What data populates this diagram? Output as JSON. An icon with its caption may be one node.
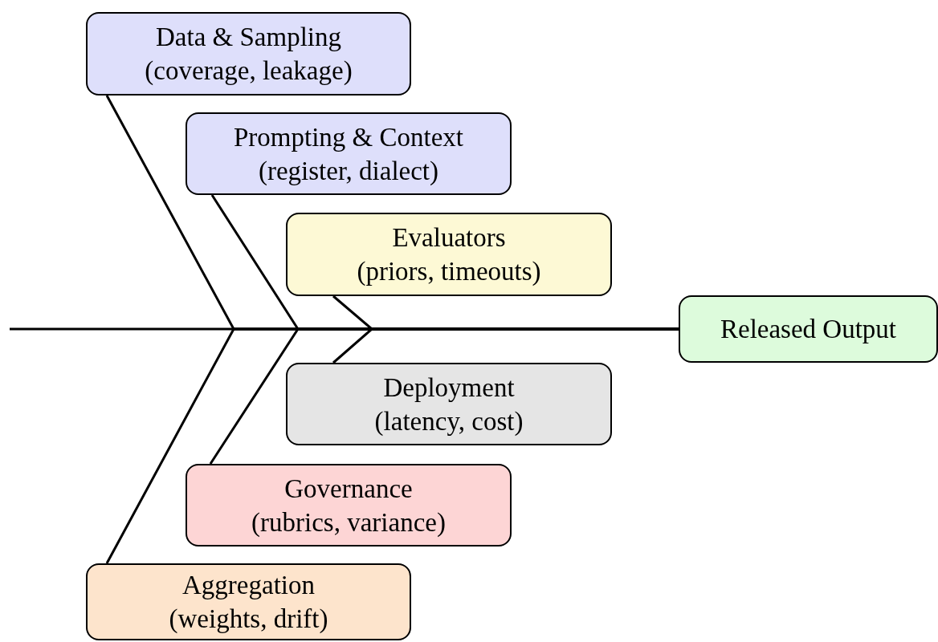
{
  "diagram": {
    "nodes": [
      {
        "text": [
          "Data & Sampling",
          "(coverage, leakage)"
        ]
      },
      {
        "text": [
          "Prompting & Context",
          "(register, dialect)"
        ]
      },
      {
        "text": [
          "Evaluators",
          "(priors, timeouts)"
        ]
      },
      {
        "text": [
          "Deployment",
          "(latency, cost)"
        ]
      },
      {
        "text": [
          "Governance",
          "(rubrics, variance)"
        ]
      },
      {
        "text": [
          "Aggregation",
          "(weights, drift)"
        ]
      },
      {
        "text": [
          "Released Output"
        ]
      }
    ],
    "edges": [
      {
        "from": 0,
        "to": 6,
        "arrow": "none"
      },
      {
        "from": 1,
        "to": 6,
        "arrow": "none"
      },
      {
        "from": 2,
        "to": 6,
        "arrow": "none"
      },
      {
        "from": 3,
        "to": 6,
        "arrow": "none"
      },
      {
        "from": 4,
        "to": 6,
        "arrow": "none"
      },
      {
        "from": 5,
        "to": 6,
        "arrow": "none"
      },
      {
        "from": null,
        "to": 6,
        "arrow": "none"
      }
    ]
  }
}
